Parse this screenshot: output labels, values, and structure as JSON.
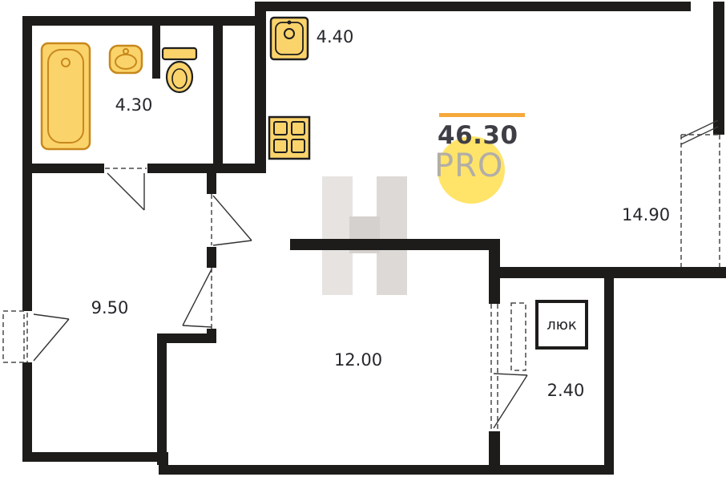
{
  "plan": {
    "total_area": "46.30",
    "brand": "PRO",
    "hatch_label": "люк",
    "rooms": [
      {
        "id": "bathroom",
        "area": "4.30"
      },
      {
        "id": "kitchen",
        "area": "4.40"
      },
      {
        "id": "living-room",
        "area": "14.90"
      },
      {
        "id": "hallway",
        "area": "9.50"
      },
      {
        "id": "bedroom",
        "area": "12.00"
      },
      {
        "id": "balcony",
        "area": "2.40"
      }
    ],
    "fixtures": [
      {
        "id": "bathtub-icon"
      },
      {
        "id": "sink-icon"
      },
      {
        "id": "toilet-icon"
      },
      {
        "id": "kitchen-sink-icon"
      },
      {
        "id": "stove-icon"
      }
    ],
    "colors": {
      "wall": "#1d1c1a",
      "fixture_fill": "#FBD36B",
      "fixture_stroke_warm": "#C8881C",
      "fixture_stroke_dark": "#1e1e1e",
      "accent_orange": "#F6A93B",
      "badge_yellow": "#FFE25C",
      "watermark_gray": "#e0ddda",
      "area_text": "#3f3e45",
      "brand_text": "#b2aea7"
    }
  }
}
